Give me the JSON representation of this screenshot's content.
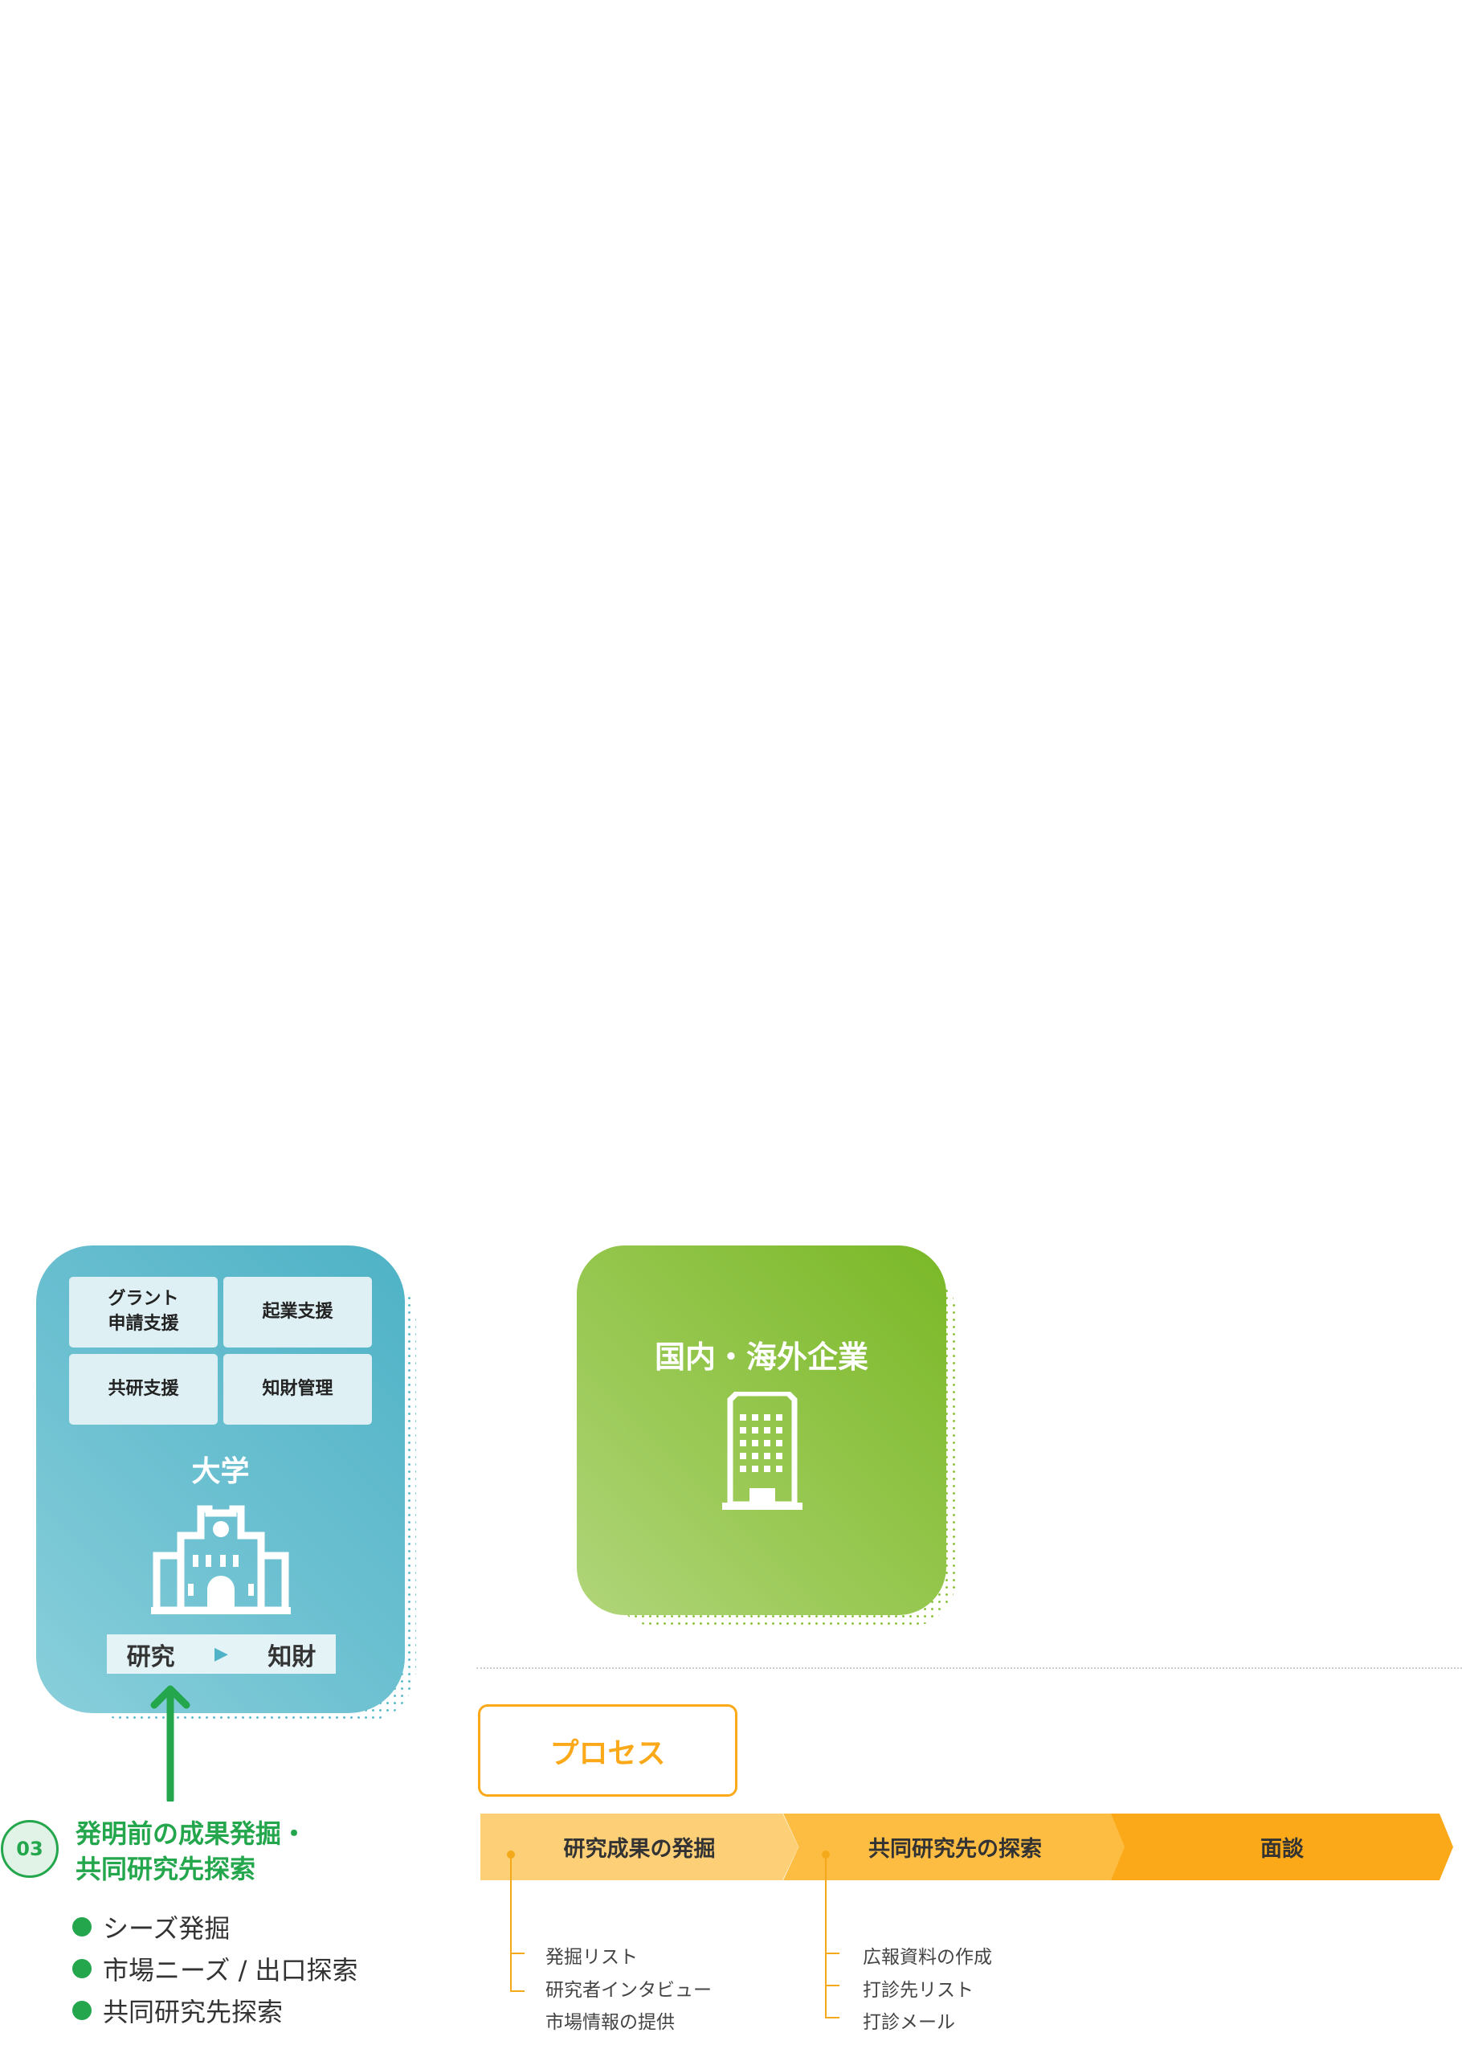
{
  "university": {
    "tiles": [
      "グラント\n申請支援",
      "起業支援",
      "共研支援",
      "知財管理"
    ],
    "title": "大学",
    "flow": {
      "from": "研究",
      "to": "知財"
    }
  },
  "company": {
    "title": "国内・海外企業"
  },
  "process": {
    "label": "プロセス",
    "steps": [
      "研究成果の発掘",
      "共同研究先の探索",
      "面談"
    ],
    "step1_items": [
      "発掘リスト",
      "研究者インタビュー",
      "市場情報の提供"
    ],
    "step2_items": [
      "広報資料の作成",
      "打診先リスト",
      "打診メール"
    ]
  },
  "service": {
    "number": "03",
    "title_line1": "発明前の成果発掘・",
    "title_line2": "共同研究先探索",
    "bullets": [
      "シーズ発掘",
      "市場ニーズ / 出口探索",
      "共同研究先探索"
    ]
  },
  "colors": {
    "teal": "#5bbccc",
    "green": "#23a64c",
    "lime": "#7ab827",
    "orange": "#fba919"
  }
}
